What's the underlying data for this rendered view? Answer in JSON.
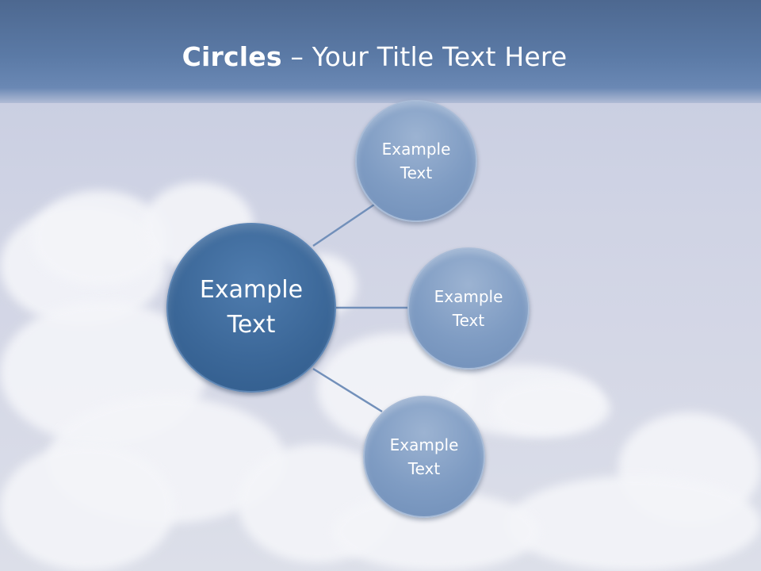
{
  "slide": {
    "title_bold": "Circles",
    "title_rest": " – Your Title Text Here"
  },
  "diagram": {
    "center": {
      "label": "Example Text"
    },
    "nodes": [
      {
        "label": "Example Text"
      },
      {
        "label": "Example Text"
      },
      {
        "label": "Example Text"
      }
    ]
  },
  "colors": {
    "center_fill": "#3c6899",
    "node_fill": "#7f9cc3",
    "connector": "#6f8cb5",
    "header": "#5b7aa6"
  }
}
